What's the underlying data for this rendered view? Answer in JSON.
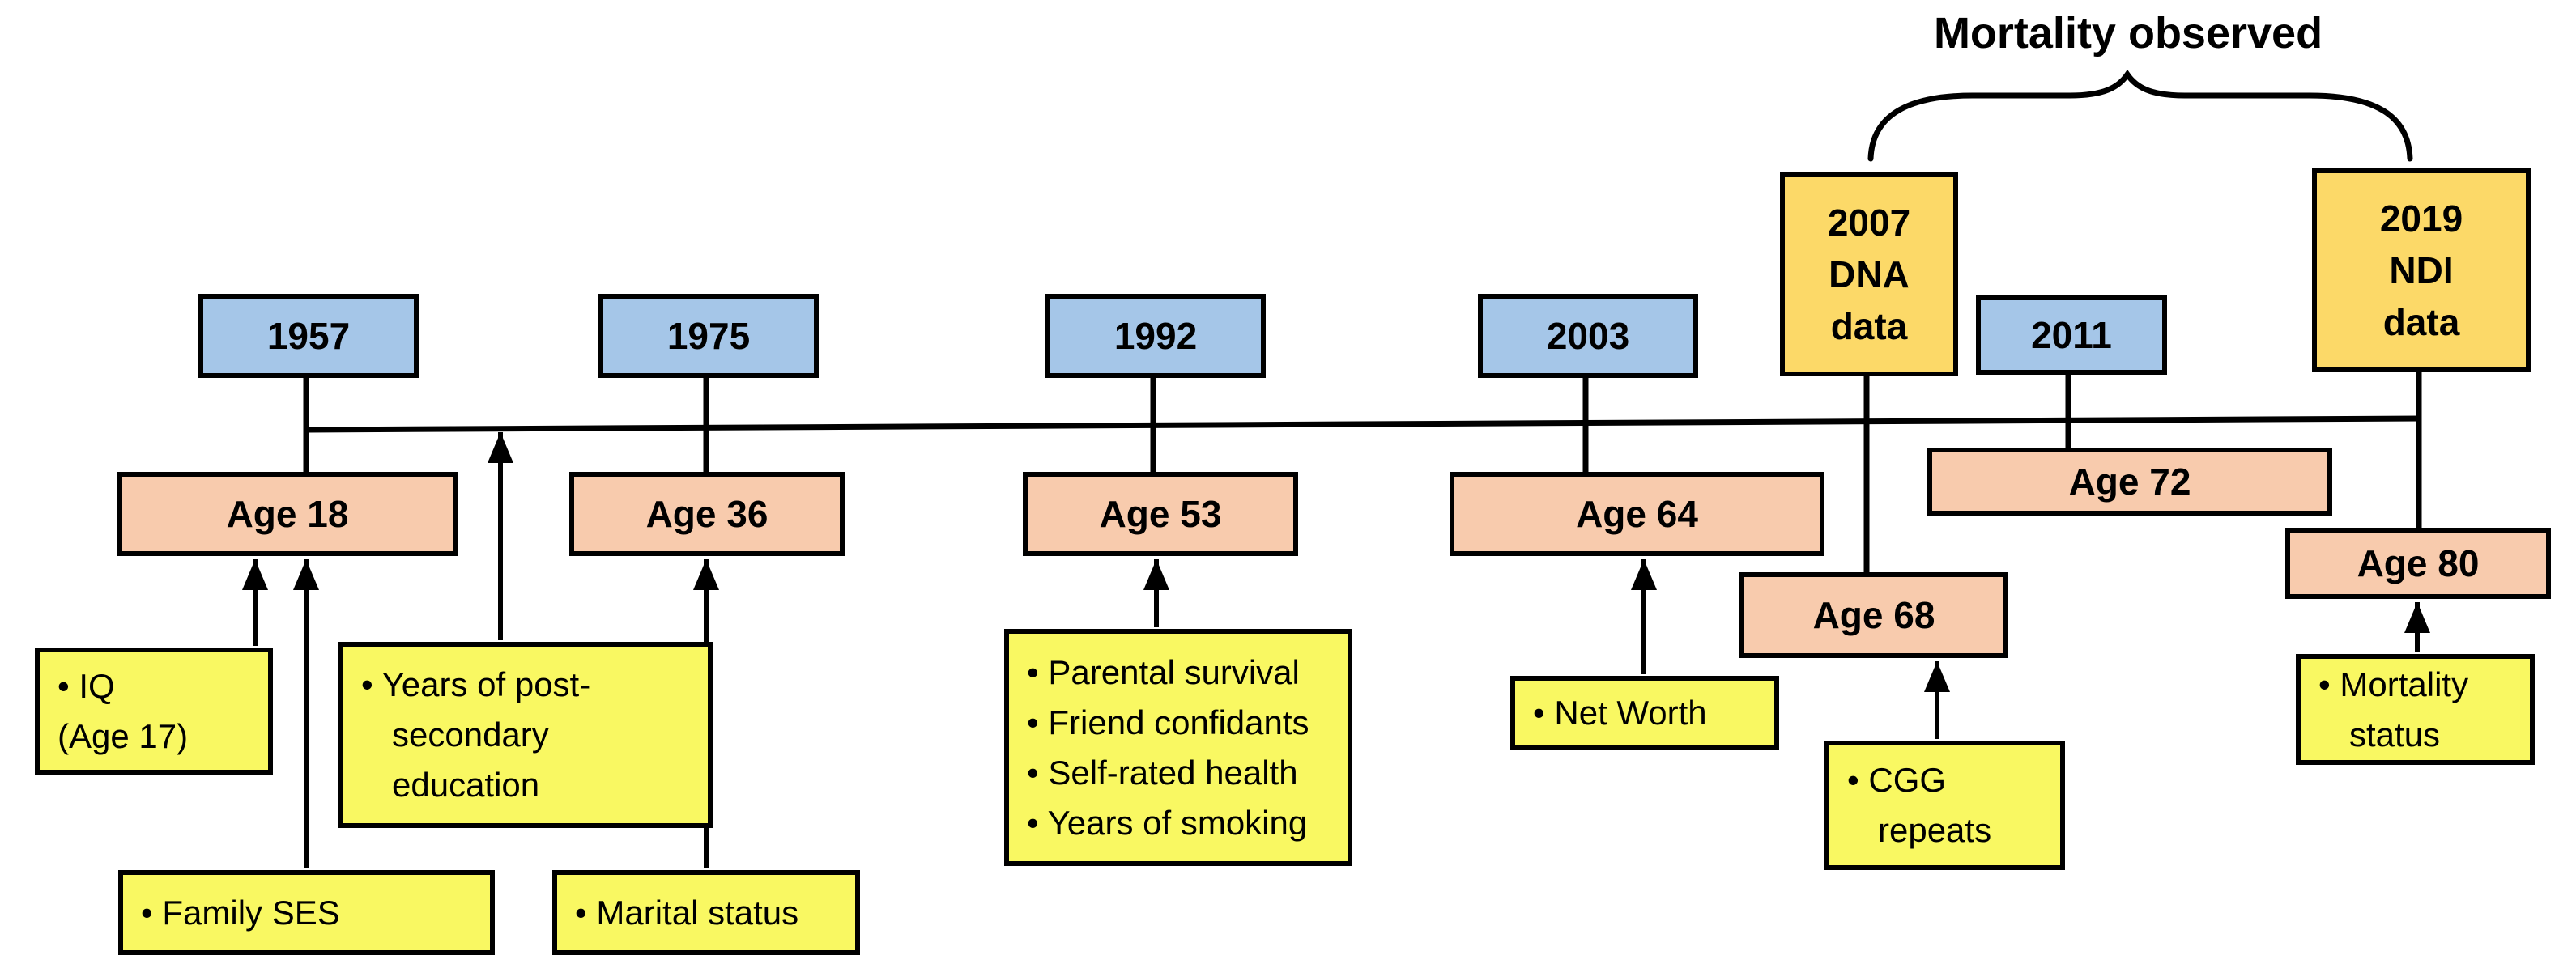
{
  "diagram": {
    "title": "Mortality observed",
    "colors": {
      "year_box": "#a5c6e8",
      "data_box": "#fcd968",
      "age_box": "#f8cbad",
      "measure_box": "#f9f862",
      "line": "#000000",
      "background": "#ffffff"
    },
    "year_boxes": {
      "y1957": "1957",
      "y1975": "1975",
      "y1992": "1992",
      "y2003": "2003",
      "y2011": "2011"
    },
    "data_boxes": {
      "dna2007": {
        "line1": "2007",
        "line2": "DNA",
        "line3": "data"
      },
      "ndi2019": {
        "line1": "2019",
        "line2": "NDI",
        "line3": "data"
      }
    },
    "age_boxes": {
      "age18": "Age 18",
      "age36": "Age 36",
      "age53": "Age 53",
      "age64": "Age 64",
      "age68": "Age 68",
      "age72": "Age 72",
      "age80": "Age 80"
    },
    "measure_boxes": {
      "iq": {
        "line1": "• IQ",
        "line2": "(Age 17)"
      },
      "postsec": {
        "line1": "• Years of post-",
        "line2": "secondary",
        "line3": "education"
      },
      "family_ses": {
        "line1": "• Family SES"
      },
      "marital": {
        "line1": "• Marital status"
      },
      "age53_measures": {
        "line1": "• Parental survival",
        "line2": "• Friend confidants",
        "line3": "• Self-rated health",
        "line4": "• Years of smoking"
      },
      "net_worth": {
        "line1": "• Net Worth"
      },
      "cgg": {
        "line1": "• CGG",
        "line2": "repeats"
      },
      "mortality": {
        "line1": "• Mortality",
        "line2": "status"
      }
    }
  }
}
